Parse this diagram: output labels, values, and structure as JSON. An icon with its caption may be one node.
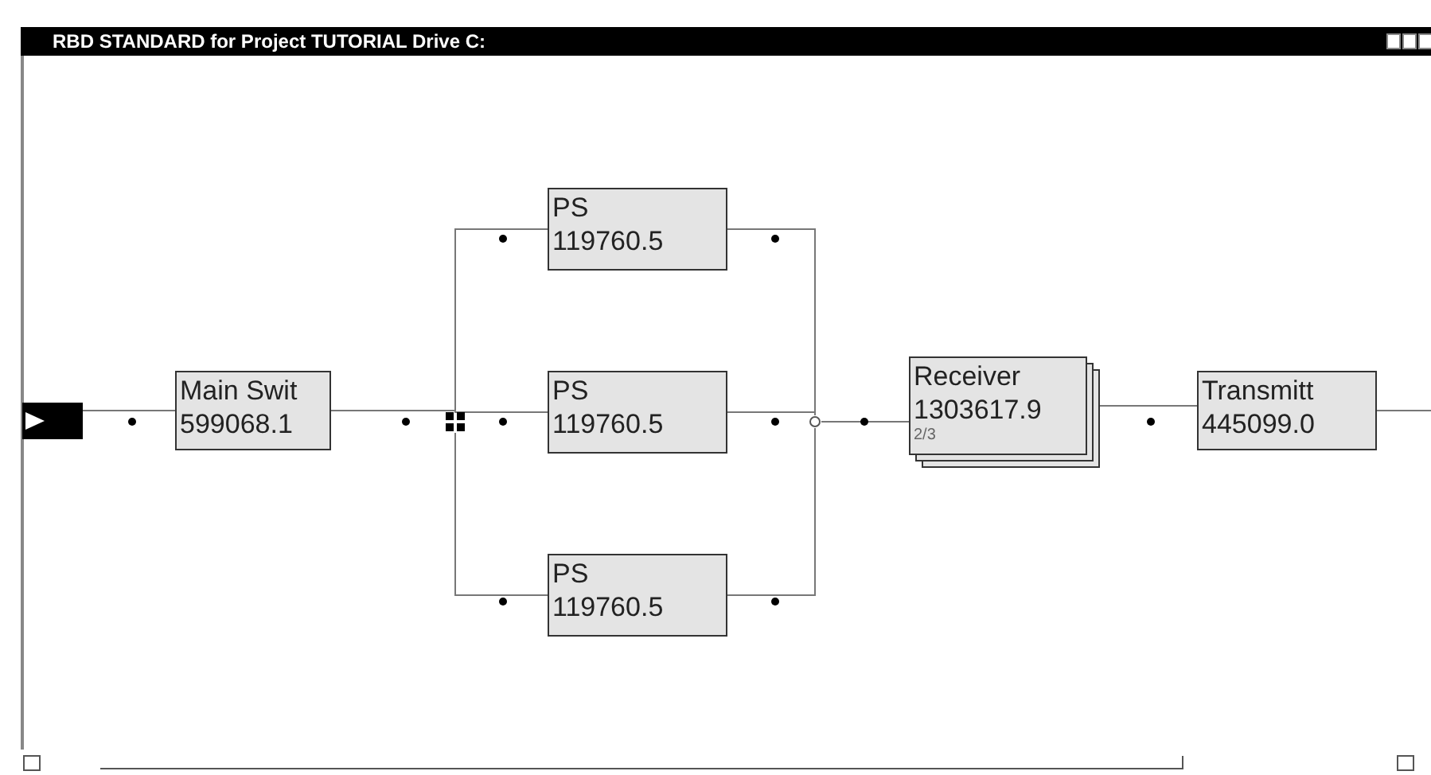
{
  "diagram": {
    "title": "RBD STANDARD for Project TUTORIAL Drive C:",
    "nodes": [
      {
        "text": [],
        "shape": "box"
      },
      {
        "text": [
          "Main Swit",
          "599068.1"
        ]
      },
      {
        "text": [],
        "shape": "box"
      },
      {
        "text": [
          "PS",
          "119760.5"
        ]
      },
      {
        "text": [
          "PS",
          "119760.5"
        ]
      },
      {
        "text": [
          "PS",
          "119760.5"
        ]
      },
      {
        "text": [],
        "shape": "circle"
      },
      {
        "text": [
          "Receiver",
          "1303617.9",
          "2/3"
        ]
      },
      {
        "text": [
          "Transmitt",
          "445099.0"
        ]
      }
    ],
    "edges": [
      {
        "from": 0,
        "to": 1,
        "arrow": "none"
      },
      {
        "from": 1,
        "to": 2,
        "arrow": "none"
      },
      {
        "from": 2,
        "to": 3,
        "arrow": "none"
      },
      {
        "from": 2,
        "to": 4,
        "arrow": "none"
      },
      {
        "from": 2,
        "to": 5,
        "arrow": "none"
      },
      {
        "from": 3,
        "to": 6,
        "arrow": "none"
      },
      {
        "from": 4,
        "to": 6,
        "arrow": "none"
      },
      {
        "from": 5,
        "to": 6,
        "arrow": "none"
      },
      {
        "from": 6,
        "to": 7,
        "arrow": "none"
      },
      {
        "from": 7,
        "to": 8,
        "arrow": "none"
      },
      {
        "from": 8,
        "to": null,
        "arrow": "none"
      }
    ]
  }
}
